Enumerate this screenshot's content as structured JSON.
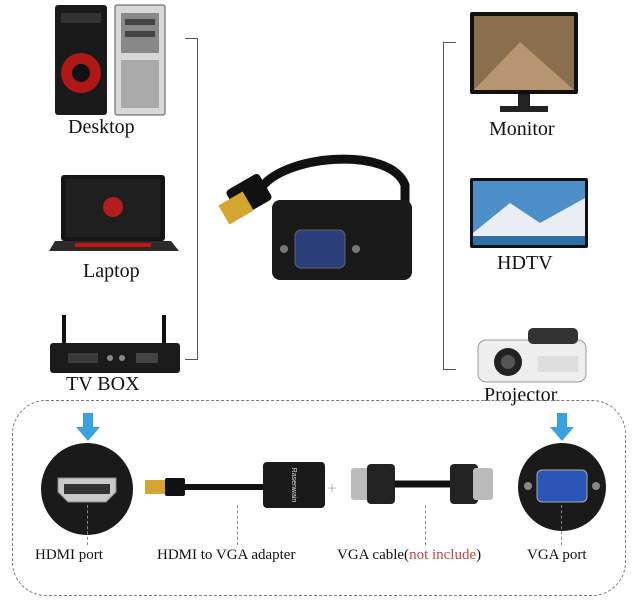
{
  "sources": {
    "desktop": "Desktop",
    "laptop": "Laptop",
    "tvbox": "TV BOX"
  },
  "outputs": {
    "monitor": "Monitor",
    "hdtv": "HDTV",
    "projector": "Projector"
  },
  "bottom": {
    "hdmi_port": "HDMI port",
    "adapter": "HDMI to VGA adapter",
    "vga_cable_prefix": "VGA cable(",
    "vga_cable_note": "not include",
    "vga_cable_suffix": ")",
    "vga_port": "VGA port",
    "adapter_brand": "Rasenwain"
  },
  "colors": {
    "arrow": "#3aa0e0",
    "note": "#c8473c"
  }
}
